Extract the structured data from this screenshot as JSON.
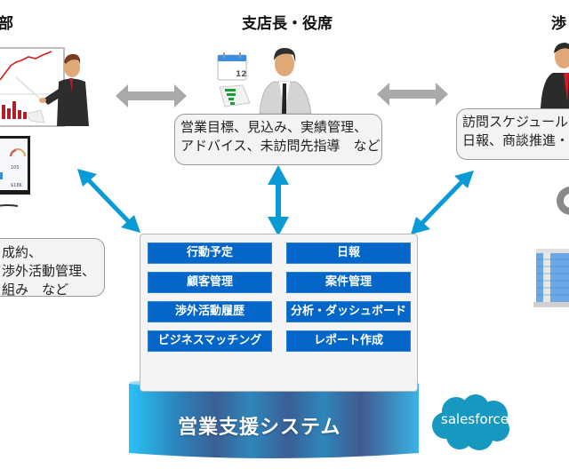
{
  "roles": {
    "left": {
      "title": "部",
      "bubble_lines": [
        "成約、",
        "渉外活動管理、",
        "組み　など"
      ]
    },
    "center": {
      "title": "支店長・役席",
      "bubble_lines": [
        "営業目標、見込み、実績管理、",
        "アドバイス、未訪問先指導　など"
      ]
    },
    "right": {
      "title": "渉",
      "bubble_lines": [
        "訪問スケジュール管",
        "日報、商談推進・"
      ]
    }
  },
  "system": {
    "name": "営業支援システム",
    "functions": [
      {
        "label": "行動予定"
      },
      {
        "label": "日報"
      },
      {
        "label": "顧客管理"
      },
      {
        "label": "案件管理"
      },
      {
        "label": "渉外活動履歴"
      },
      {
        "label": "分析・ダッシュボード"
      },
      {
        "label": "ビジネスマッチング"
      },
      {
        "label": "レポート作成"
      }
    ]
  },
  "brand": {
    "logo_text": "salesforce",
    "color": "#1798c1"
  },
  "colors": {
    "function_box": "#0466c8",
    "arrow_blue": "#0a9ad6",
    "arrow_gray": "#a9a9a9"
  }
}
